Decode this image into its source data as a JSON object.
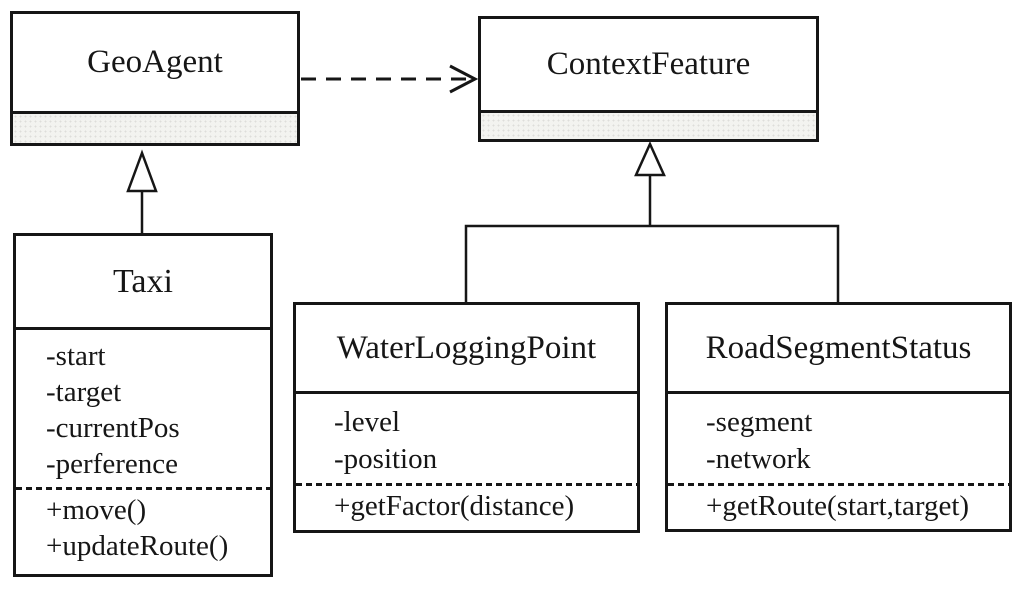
{
  "diagram": {
    "type": "uml-class-diagram",
    "colors": {
      "line": "#161616",
      "box_fill": "#ffffff",
      "empty_compartment_fill": "#f3f3f0"
    },
    "classes": {
      "geoagent": {
        "name": "GeoAgent",
        "attributes": [],
        "methods": []
      },
      "contextfeature": {
        "name": "ContextFeature",
        "attributes": [],
        "methods": []
      },
      "taxi": {
        "name": "Taxi",
        "attributes": [
          "-start",
          "-target",
          "-currentPos",
          "-perference"
        ],
        "methods": [
          "+move()",
          "+updateRoute()"
        ]
      },
      "waterloggingpoint": {
        "name": "WaterLoggingPoint",
        "attributes": [
          "-level",
          "-position"
        ],
        "methods": [
          "+getFactor(distance)"
        ]
      },
      "roadsegmentstatus": {
        "name": "RoadSegmentStatus",
        "attributes": [
          "-segment",
          "-network"
        ],
        "methods": [
          "+getRoute(start,target)"
        ]
      }
    },
    "relationships": [
      {
        "type": "dependency",
        "from": "GeoAgent",
        "to": "ContextFeature",
        "line": "dashed",
        "arrow": "open"
      },
      {
        "type": "generalization",
        "from": "Taxi",
        "to": "GeoAgent",
        "line": "solid",
        "arrow": "hollow-triangle"
      },
      {
        "type": "generalization",
        "from": "WaterLoggingPoint",
        "to": "ContextFeature",
        "line": "solid",
        "arrow": "hollow-triangle"
      },
      {
        "type": "generalization",
        "from": "RoadSegmentStatus",
        "to": "ContextFeature",
        "line": "solid",
        "arrow": "hollow-triangle"
      }
    ]
  }
}
